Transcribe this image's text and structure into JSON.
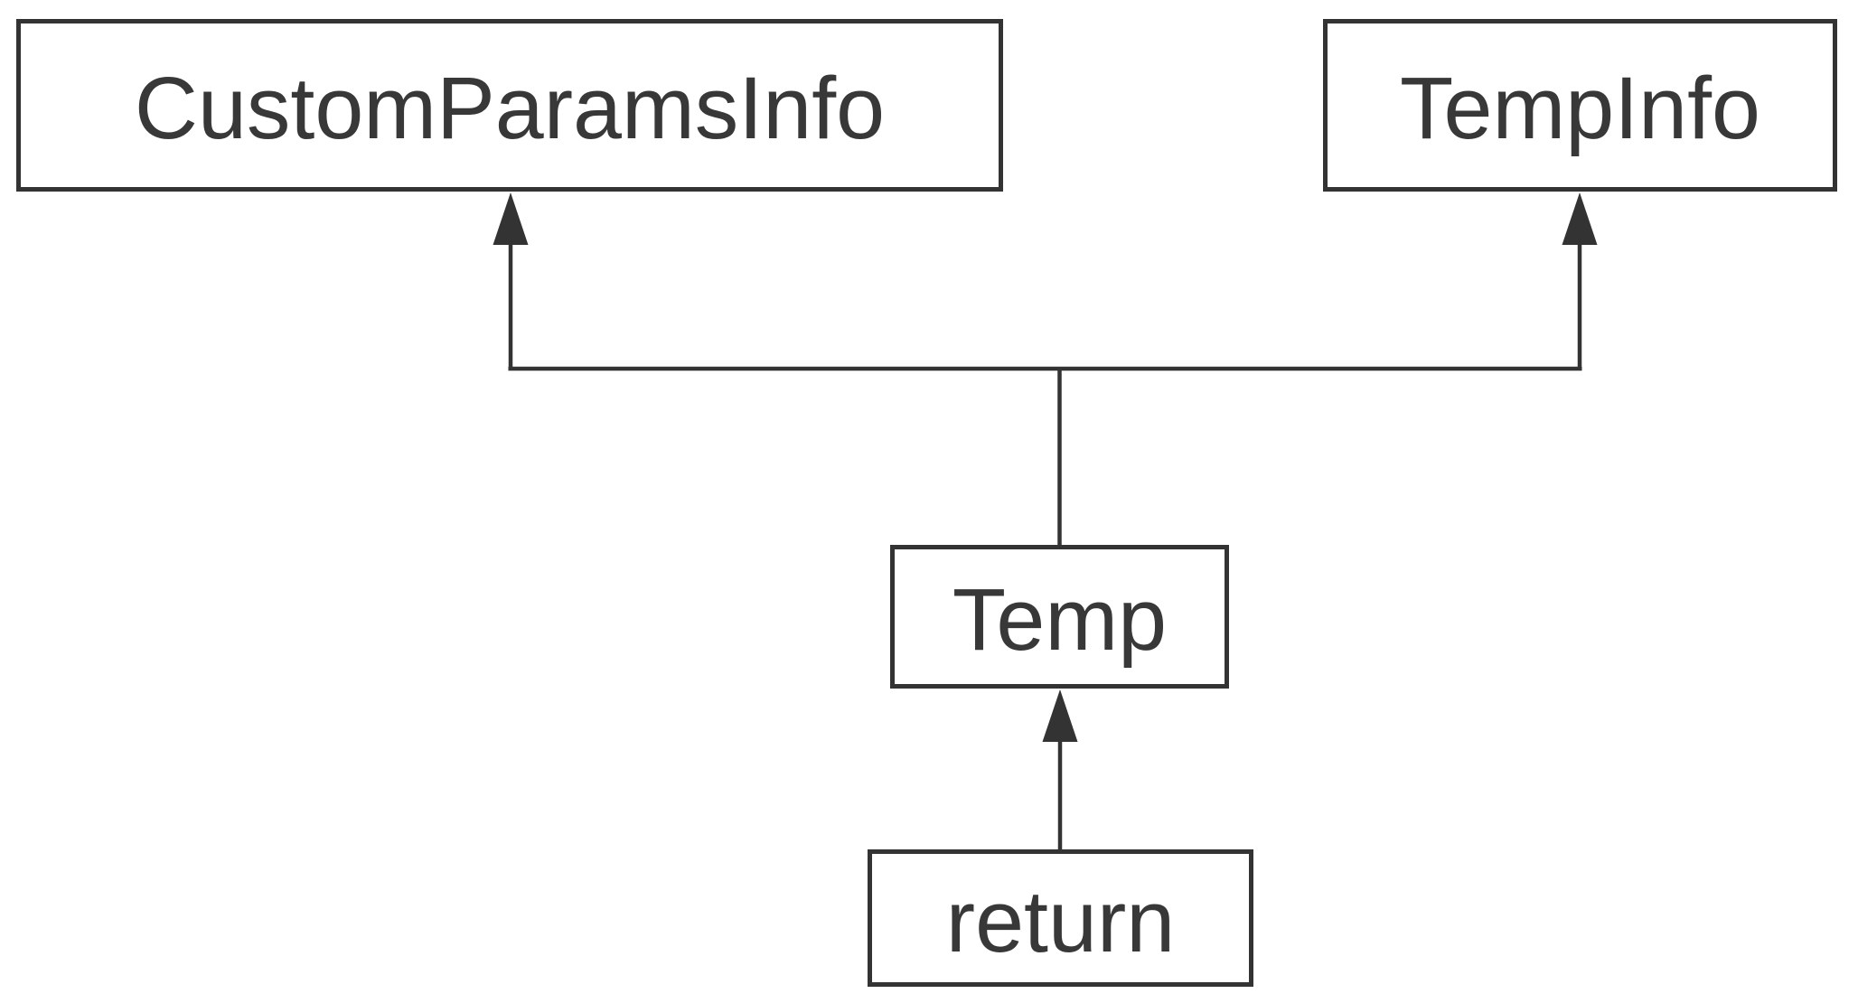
{
  "diagram": {
    "type": "inheritance-diagram",
    "background_color": "#ffffff",
    "line_color": "#333333",
    "text_color": "#383838",
    "nodes": [
      {
        "id": "custom-params-info",
        "label": "CustomParamsInfo"
      },
      {
        "id": "temp-info",
        "label": "TempInfo"
      },
      {
        "id": "temp",
        "label": "Temp"
      },
      {
        "id": "return",
        "label": "return"
      }
    ],
    "edges": [
      {
        "from": "temp",
        "to": "custom-params-info",
        "style": "solid",
        "arrowhead": "filled-triangle-up"
      },
      {
        "from": "temp",
        "to": "temp-info",
        "style": "solid",
        "arrowhead": "filled-triangle-up"
      },
      {
        "from": "return",
        "to": "temp",
        "style": "solid",
        "arrowhead": "filled-triangle-up"
      }
    ]
  }
}
